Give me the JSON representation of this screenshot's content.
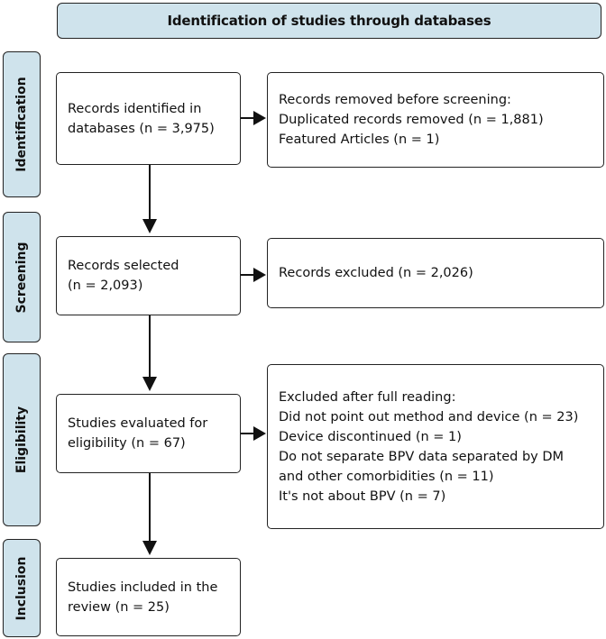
{
  "header": {
    "title": "Identification of studies through databases"
  },
  "phases": {
    "identification": "Identification",
    "screening": "Screening",
    "eligibility": "Eligibility",
    "inclusion": "Inclusion"
  },
  "boxes": {
    "records_identified": [
      "Records identified in",
      "databases (n = 3,975)"
    ],
    "records_removed": [
      "Records removed before screening:",
      "Duplicated records removed (n = 1,881)",
      "Featured Articles (n = 1)"
    ],
    "records_selected": [
      "Records selected",
      "(n = 2,093)"
    ],
    "records_excluded": [
      "Records excluded (n = 2,026)"
    ],
    "studies_evaluated": [
      "Studies evaluated for",
      "eligibility (n = 67)"
    ],
    "excluded_full_reading": [
      "Excluded after full reading:",
      "Did not point out method and device (n = 23)",
      "Device discontinued (n = 1)",
      "Do not separate BPV data separated by DM",
      "and other comorbidities (n = 11)",
      "It's not about BPV (n = 7)"
    ],
    "studies_included": [
      "Studies included in the",
      "review (n = 25)"
    ]
  }
}
